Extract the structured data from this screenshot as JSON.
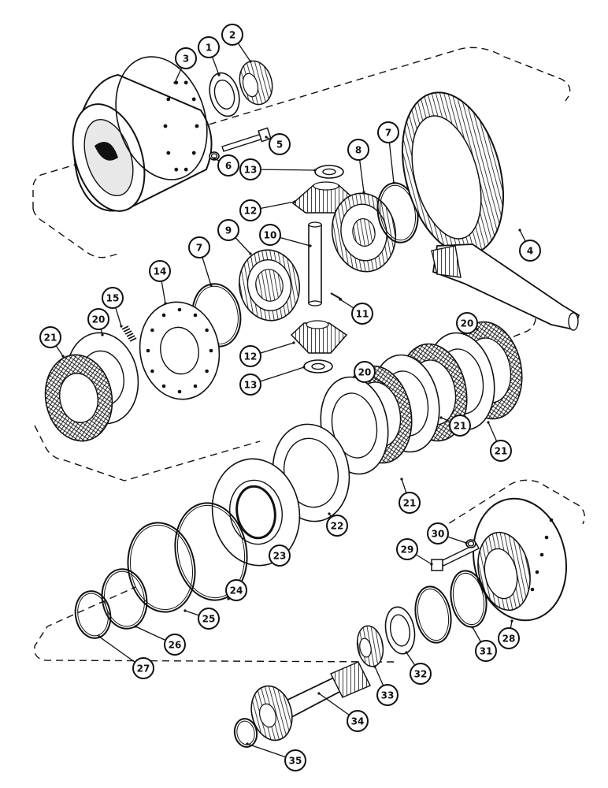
{
  "diagram": {
    "kind": "exploded-parts-view",
    "ink_color": "#111111",
    "paper_color": "#ffffff",
    "friction_hatch": "crosshatch"
  },
  "callouts": [
    {
      "id": "c1",
      "label": "1"
    },
    {
      "id": "c2",
      "label": "2"
    },
    {
      "id": "c3",
      "label": "3"
    },
    {
      "id": "c4",
      "label": "4"
    },
    {
      "id": "c5",
      "label": "5"
    },
    {
      "id": "c6",
      "label": "6"
    },
    {
      "id": "c7a",
      "label": "7"
    },
    {
      "id": "c7b",
      "label": "7"
    },
    {
      "id": "c8",
      "label": "8"
    },
    {
      "id": "c9",
      "label": "9"
    },
    {
      "id": "c10",
      "label": "10"
    },
    {
      "id": "c11",
      "label": "11"
    },
    {
      "id": "c12a",
      "label": "12"
    },
    {
      "id": "c12b",
      "label": "12"
    },
    {
      "id": "c13a",
      "label": "13"
    },
    {
      "id": "c13b",
      "label": "13"
    },
    {
      "id": "c14",
      "label": "14"
    },
    {
      "id": "c15",
      "label": "15"
    },
    {
      "id": "c20a",
      "label": "20"
    },
    {
      "id": "c20b",
      "label": "20"
    },
    {
      "id": "c20c",
      "label": "20"
    },
    {
      "id": "c21a",
      "label": "21"
    },
    {
      "id": "c21b",
      "label": "21"
    },
    {
      "id": "c21c",
      "label": "21"
    },
    {
      "id": "c21d",
      "label": "21"
    },
    {
      "id": "c22",
      "label": "22"
    },
    {
      "id": "c23",
      "label": "23"
    },
    {
      "id": "c24",
      "label": "24"
    },
    {
      "id": "c25",
      "label": "25"
    },
    {
      "id": "c26",
      "label": "26"
    },
    {
      "id": "c27",
      "label": "27"
    },
    {
      "id": "c28",
      "label": "28"
    },
    {
      "id": "c29",
      "label": "29"
    },
    {
      "id": "c30",
      "label": "30"
    },
    {
      "id": "c31",
      "label": "31"
    },
    {
      "id": "c32",
      "label": "32"
    },
    {
      "id": "c33",
      "label": "33"
    },
    {
      "id": "c34",
      "label": "34"
    },
    {
      "id": "c35",
      "label": "35"
    }
  ]
}
